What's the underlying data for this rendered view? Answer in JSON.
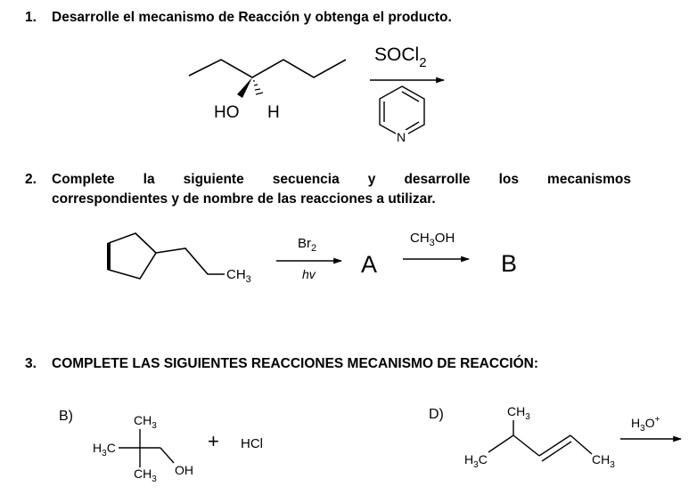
{
  "q1": {
    "number": "1.",
    "text": "Desarrolle el mecanismo de Reacción y obtenga el producto.",
    "substrate_labels": {
      "ho": "HO",
      "h": "H"
    },
    "reagent": {
      "main": "SOCl",
      "sub": "2"
    },
    "base_atom": "N"
  },
  "q2": {
    "number": "2.",
    "line1_words": [
      "Complete",
      "la",
      "siguiente",
      "secuencia",
      "y",
      "desarrolle",
      "los",
      "mecanismos"
    ],
    "line2": "correspondientes y de nombre de las reacciones a utilizar.",
    "substrate_ch3": {
      "main": "CH",
      "sub": "3"
    },
    "step1_reagent": {
      "main": "Br",
      "sub": "2"
    },
    "step1_condition": "hv",
    "intermediate": "A",
    "step2_reagent": {
      "pre": "CH",
      "sub": "3",
      "post": "OH"
    },
    "product": "B"
  },
  "q3": {
    "number": "3.",
    "text": "COMPLETE LAS SIGUIENTES REACCIONES MECANISMO DE REACCIÓN:",
    "B": {
      "label": "B)",
      "top_ch3": {
        "main": "CH",
        "sub": "3"
      },
      "left_h3c": {
        "pre": "H",
        "sub": "3",
        "post": "C"
      },
      "bottom_ch3": {
        "main": "CH",
        "sub": "3"
      },
      "oh": "OH",
      "plus": "+",
      "reagent": "HCl"
    },
    "D": {
      "label": "D)",
      "top_ch3": {
        "main": "CH",
        "sub": "3"
      },
      "left_h3c": {
        "pre": "H",
        "sub": "3",
        "post": "C"
      },
      "right_ch3": {
        "main": "CH",
        "sub": "3"
      },
      "reagent": {
        "pre": "H",
        "sub": "3",
        "post": "O",
        "sup": "+"
      }
    }
  }
}
